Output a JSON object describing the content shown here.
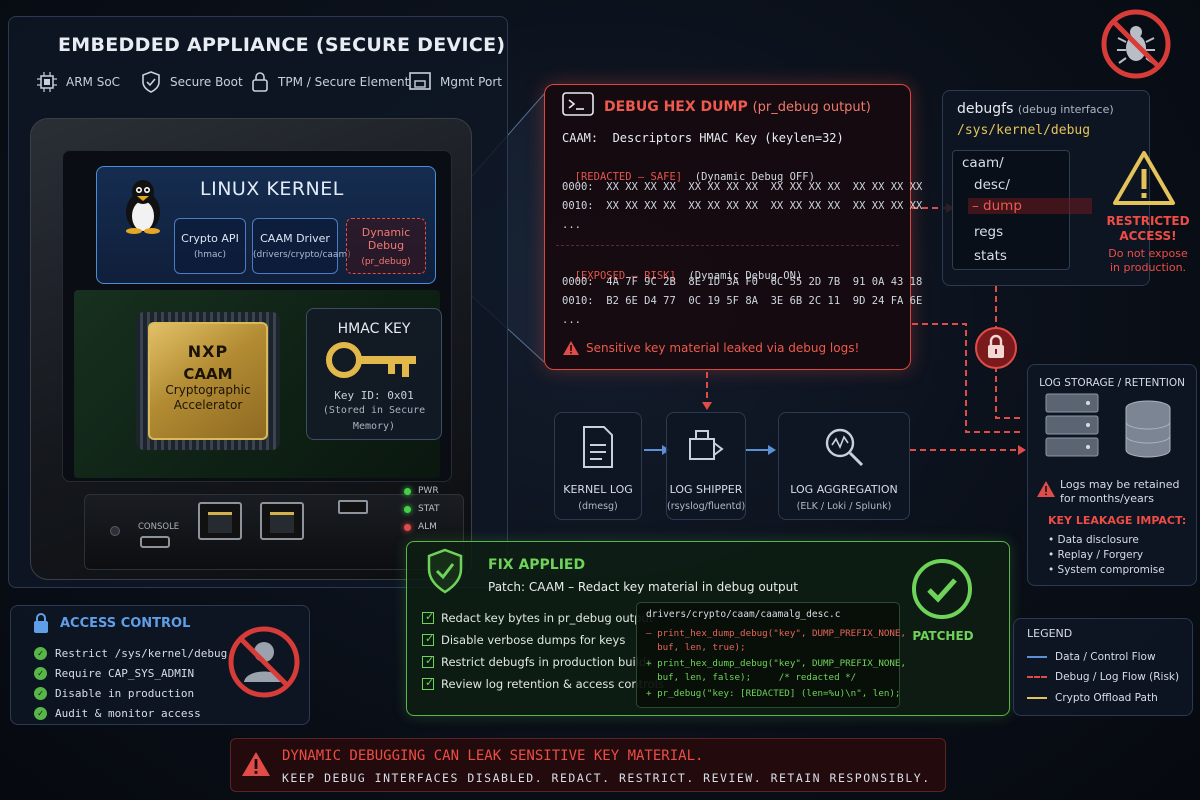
{
  "appliance": {
    "title": "EMBEDDED APPLIANCE (SECURE DEVICE)",
    "features": [
      "ARM SoC",
      "Secure Boot",
      "TPM / Secure Element",
      "Mgmt Port"
    ]
  },
  "kernel": {
    "title": "LINUX KERNEL",
    "crypto_api": {
      "label": "Crypto API",
      "sub": "(hmac)"
    },
    "caam_driver": {
      "label": "CAAM Driver",
      "sub": "(drivers/crypto/caam)"
    },
    "dynamic_debug": {
      "label": "Dynamic Debug",
      "sub": "(pr_debug)"
    }
  },
  "chip": {
    "brand": "NXP",
    "name": "CAAM",
    "line1": "Cryptographic",
    "line2": "Accelerator"
  },
  "hmac_key": {
    "title": "HMAC KEY",
    "key_id": "Key ID: 0x01",
    "stored1": "(Stored in Secure",
    "stored2": "Memory)"
  },
  "front_panel": {
    "console": "CONSOLE",
    "leds": [
      "PWR",
      "STAT",
      "ALM"
    ]
  },
  "hex_dump": {
    "title": "DEBUG HEX DUMP",
    "title_sub": "(pr_debug output)",
    "header": "CAAM:  Descriptors HMAC Key (keylen=32)",
    "redacted_tag": "[REDACTED – SAFE]",
    "redacted_note": "(Dynamic Debug OFF)",
    "redacted_lines": [
      "0000:  XX XX XX XX  XX XX XX XX  XX XX XX XX  XX XX XX XX",
      "0010:  XX XX XX XX  XX XX XX XX  XX XX XX XX  XX XX XX XX",
      "..."
    ],
    "exposed_tag": "[EXPOSED – RISK]",
    "exposed_note": "(Dynamic Debug ON)",
    "exposed_lines": [
      "0000:  4A 7F 9C 2B  8E 1D 3A F0  6C 55 2D 7B  91 0A 43 18",
      "0010:  B2 6E D4 77  0C 19 5F 8A  3E 6B 2C 11  9D 24 FA 6E",
      "..."
    ],
    "warning": "Sensitive key material leaked via debug logs!"
  },
  "debugfs": {
    "title": "debugfs",
    "title_sub": "(debug interface)",
    "path": "/sys/kernel/debug",
    "tree": [
      "caam/",
      "desc/",
      "– dump",
      "regs",
      "stats"
    ],
    "restricted": "RESTRICTED ACCESS!",
    "restricted_note": "Do not expose in production."
  },
  "pipeline": [
    {
      "label": "KERNEL LOG",
      "sub": "(dmesg)"
    },
    {
      "label": "LOG SHIPPER",
      "sub": "(rsyslog/fluentd)"
    },
    {
      "label": "LOG AGGREGATION",
      "sub": "(ELK / Loki / Splunk)"
    }
  ],
  "storage": {
    "title": "LOG STORAGE / RETENTION",
    "note": "Logs may be retained for months/years",
    "impact_title": "KEY LEAKAGE IMPACT:",
    "impacts": [
      "• Data disclosure",
      "• Replay / Forgery",
      "• System compromise"
    ]
  },
  "fix": {
    "title": "FIX APPLIED",
    "patch": "Patch:  CAAM – Redact key material in debug output",
    "items": [
      "Redact key bytes in pr_debug output",
      "Disable verbose dumps for keys",
      "Restrict debugfs in production builds",
      "Review log retention & access controls"
    ],
    "code_file": "drivers/crypto/caam/caamalg_desc.c",
    "code_lines": [
      "– print_hex_dump_debug(\"key\", DUMP_PREFIX_NONE,",
      "  buf, len, true);",
      "+ print_hex_dump_debug(\"key\", DUMP_PREFIX_NONE,",
      "  buf, len, false);     /* redacted */",
      "+ pr_debug(\"key: [REDACTED] (len=%u)\\n\", len);"
    ],
    "patched": "PATCHED"
  },
  "access_control": {
    "title": "ACCESS CONTROL",
    "items": [
      "Restrict /sys/kernel/debug",
      "Require CAP_SYS_ADMIN",
      "Disable in production",
      "Audit & monitor access"
    ]
  },
  "legend": {
    "title": "LEGEND",
    "items": [
      {
        "label": "Data / Control Flow",
        "color": "#5b8fd6",
        "style": "solid"
      },
      {
        "label": "Debug / Log Flow (Risk)",
        "color": "#e04c48",
        "style": "dashed"
      },
      {
        "label": "Crypto Offload Path",
        "color": "#e4c35a",
        "style": "solid"
      }
    ]
  },
  "banner": {
    "line1": "DYNAMIC DEBUGGING CAN LEAK SENSITIVE KEY MATERIAL.",
    "line2": "KEEP DEBUG INTERFACES DISABLED.  REDACT.  RESTRICT.  REVIEW.  RETAIN RESPONSIBLY."
  },
  "colors": {
    "risk": "#e04c48",
    "ok": "#58b547",
    "flow": "#5b8fd6",
    "crypto": "#e4c35a"
  }
}
